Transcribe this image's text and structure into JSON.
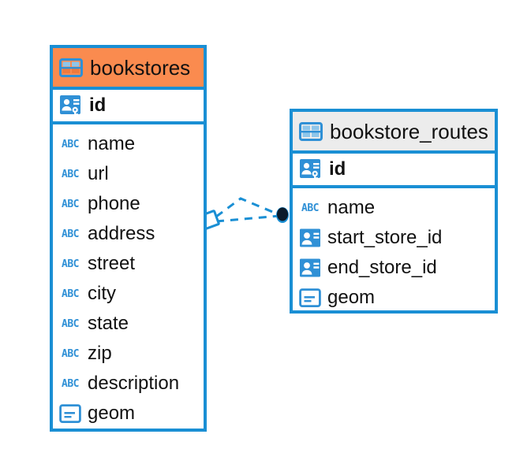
{
  "diagram": {
    "type": "entity-relationship-diagram",
    "background_color": "#ffffff",
    "accent_color": "#1a8fd4",
    "highlight_color": "#fa8b4f",
    "header_grey": "#ececec"
  },
  "entities": [
    {
      "name": "bookstores",
      "header_style": "orange",
      "table_icon": "table-icon",
      "primary_key": {
        "label": "id",
        "icon": "primary-key-icon"
      },
      "fields": [
        {
          "label": "name",
          "icon": "abc-text-icon",
          "icon_text": "ABC"
        },
        {
          "label": "url",
          "icon": "abc-text-icon",
          "icon_text": "ABC"
        },
        {
          "label": "phone",
          "icon": "abc-text-icon",
          "icon_text": "ABC"
        },
        {
          "label": "address",
          "icon": "abc-text-icon",
          "icon_text": "ABC"
        },
        {
          "label": "street",
          "icon": "abc-text-icon",
          "icon_text": "ABC"
        },
        {
          "label": "city",
          "icon": "abc-text-icon",
          "icon_text": "ABC"
        },
        {
          "label": "state",
          "icon": "abc-text-icon",
          "icon_text": "ABC"
        },
        {
          "label": "zip",
          "icon": "abc-text-icon",
          "icon_text": "ABC"
        },
        {
          "label": "description",
          "icon": "abc-text-icon",
          "icon_text": "ABC"
        },
        {
          "label": "geom",
          "icon": "geometry-icon",
          "icon_text": ""
        }
      ]
    },
    {
      "name": "bookstore_routes",
      "header_style": "grey",
      "table_icon": "table-icon",
      "primary_key": {
        "label": "id",
        "icon": "primary-key-icon"
      },
      "fields": [
        {
          "label": "name",
          "icon": "abc-text-icon",
          "icon_text": "ABC"
        },
        {
          "label": "start_store_id",
          "icon": "foreign-key-icon",
          "icon_text": ""
        },
        {
          "label": "end_store_id",
          "icon": "foreign-key-icon",
          "icon_text": ""
        },
        {
          "label": "geom",
          "icon": "geometry-icon",
          "icon_text": ""
        }
      ]
    }
  ],
  "relationship": {
    "from": "bookstores",
    "to": "bookstore_routes",
    "line_style": "dashed",
    "source_marker": "diamond-outline",
    "target_marker": "filled-circle",
    "color": "#1a8fd4"
  }
}
